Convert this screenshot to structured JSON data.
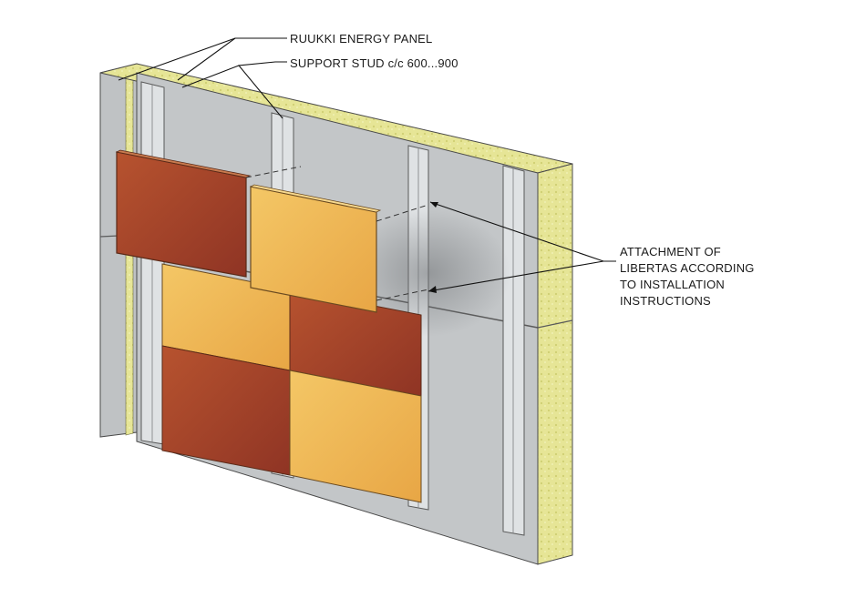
{
  "labels": {
    "energy_panel": "RUUKKI ENERGY PANEL",
    "support_stud": "SUPPORT STUD c/c 600...900",
    "attachment_lines": [
      "ATTACHMENT OF",
      "LIBERTAS ACCORDING",
      "TO INSTALLATION",
      "INSTRUCTIONS"
    ]
  },
  "colors": {
    "panel_face": "#c3c6c8",
    "insulation": "#e5e592",
    "stud": "#d8dbdd",
    "cladding_red": "#a2432a",
    "cladding_yellow": "#f0b650"
  }
}
